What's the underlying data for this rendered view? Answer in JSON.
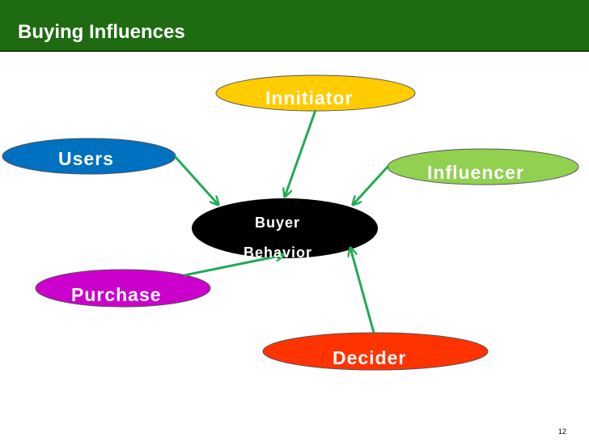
{
  "slide": {
    "title": "Buying Influences",
    "page_number": "12"
  },
  "colors": {
    "title_bar": "#1e6b12",
    "arrow": "#22aa55",
    "initiator": "#ffcc00",
    "users": "#0070c0",
    "influencer": "#92d050",
    "purchase": "#cc00cc",
    "decider": "#ff3300",
    "center": "#000000"
  },
  "diagram": {
    "center": {
      "line1": "Buyer",
      "line2": "Behavior"
    },
    "nodes": {
      "initiator": "Innitiator",
      "users": "Users",
      "influencer": "Influencer",
      "purchase": "Purchase",
      "decider": "Decider"
    }
  }
}
